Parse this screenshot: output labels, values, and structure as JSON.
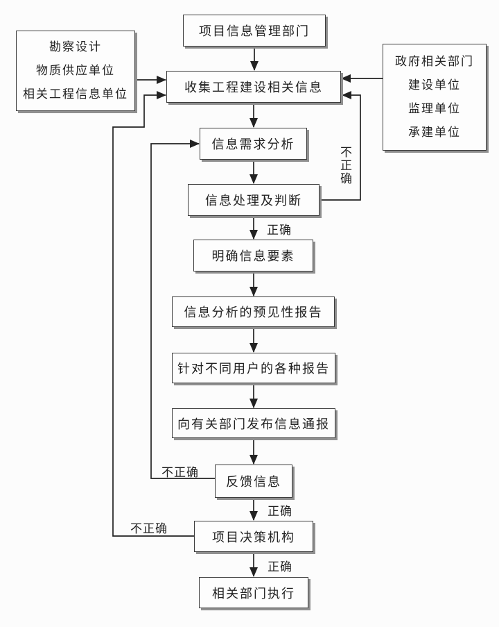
{
  "diagram": {
    "nodes": {
      "top_dept": {
        "label": "项目信息管理部门"
      },
      "left_sources": {
        "lines": [
          "勘察设计",
          "物质供应单位",
          "相关工程信息单位"
        ]
      },
      "right_sources": {
        "lines": [
          "政府相关部门",
          "建设单位",
          "监理单位",
          "承建单位"
        ]
      },
      "collect": {
        "label": "收集工程建设相关信息"
      },
      "demand": {
        "label": "信息需求分析"
      },
      "process": {
        "label": "信息处理及判断"
      },
      "clarify": {
        "label": "明确信息要素"
      },
      "forecast": {
        "label": "信息分析的预见性报告"
      },
      "reports": {
        "label": "针对不同用户的各种报告"
      },
      "publish": {
        "label": "向有关部门发布信息通报"
      },
      "feedback": {
        "label": "反馈信息"
      },
      "decision": {
        "label": "项目决策机构"
      },
      "execute": {
        "label": "相关部门执行"
      }
    },
    "edge_labels": {
      "process_correct": "正确",
      "feedback_correct": "正确",
      "decision_correct": "正确",
      "process_incorrect_vertical": "不正确",
      "feedback_incorrect": "不正确",
      "decision_incorrect": "不正确"
    },
    "edges": [
      {
        "from": "top_dept",
        "to": "collect",
        "label": ""
      },
      {
        "from": "left_sources",
        "to": "collect",
        "label": ""
      },
      {
        "from": "right_sources",
        "to": "collect",
        "label": ""
      },
      {
        "from": "collect",
        "to": "demand",
        "label": ""
      },
      {
        "from": "demand",
        "to": "process",
        "label": ""
      },
      {
        "from": "process",
        "to": "clarify",
        "label": "正确"
      },
      {
        "from": "process",
        "to": "collect",
        "label": "不正确"
      },
      {
        "from": "clarify",
        "to": "forecast",
        "label": ""
      },
      {
        "from": "forecast",
        "to": "reports",
        "label": ""
      },
      {
        "from": "reports",
        "to": "publish",
        "label": ""
      },
      {
        "from": "publish",
        "to": "feedback",
        "label": ""
      },
      {
        "from": "feedback",
        "to": "demand",
        "label": "不正确"
      },
      {
        "from": "feedback",
        "to": "decision",
        "label": "正确"
      },
      {
        "from": "decision",
        "to": "collect",
        "label": "不正确"
      },
      {
        "from": "decision",
        "to": "execute",
        "label": "正确"
      }
    ],
    "colors": {
      "stroke": "#222222",
      "box_shadow": "#8f8f8f",
      "box_fill": "#fdfdfd"
    }
  }
}
